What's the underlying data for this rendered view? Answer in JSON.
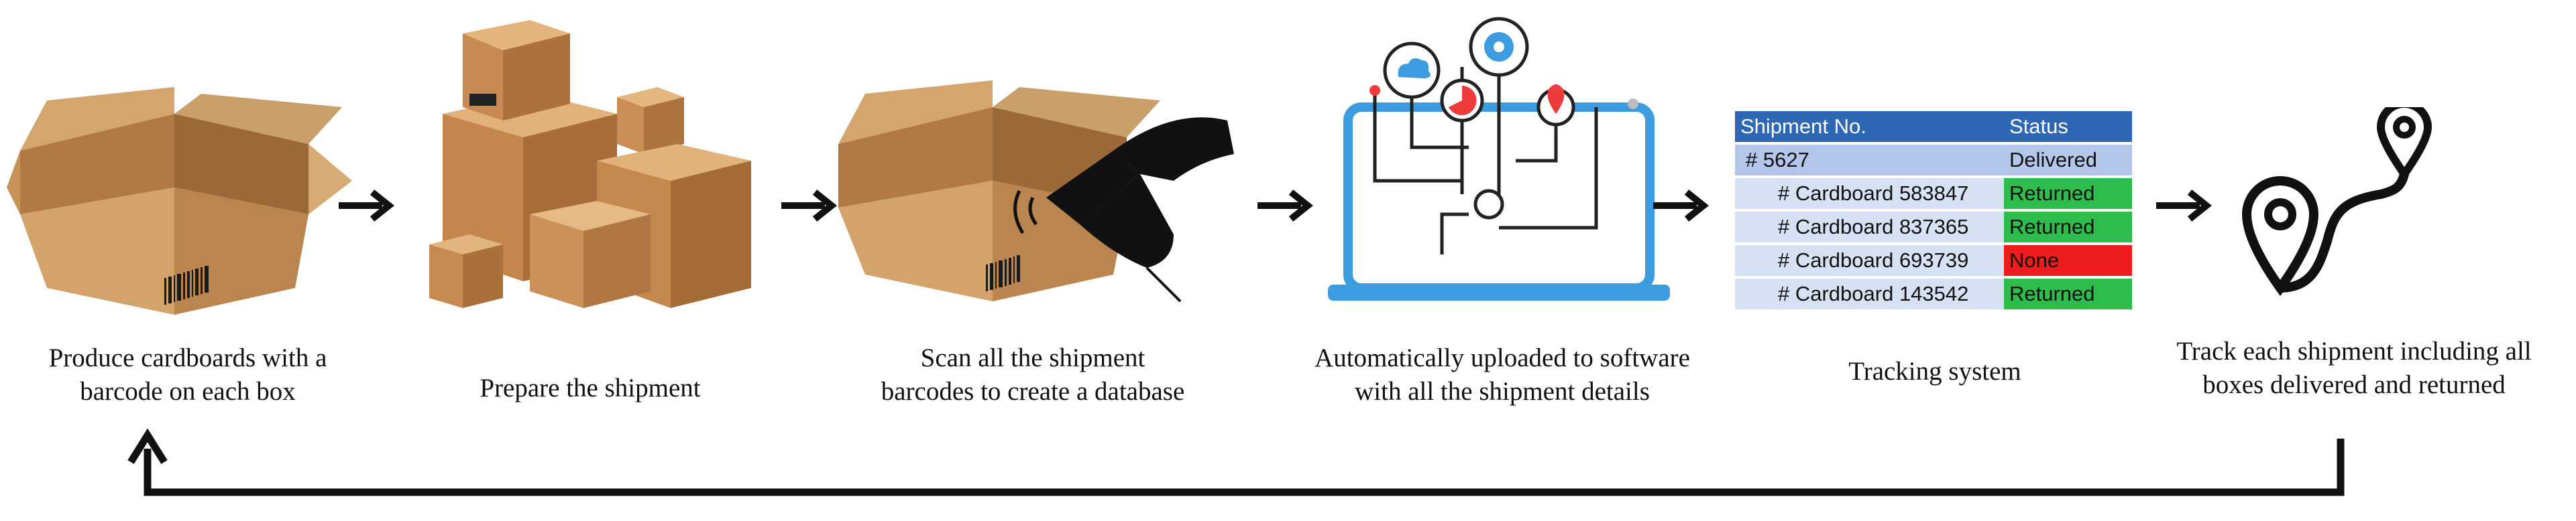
{
  "steps": [
    {
      "caption_line1": "Produce cardboards with a",
      "caption_line2": "barcode on each box",
      "icon": "open-box-with-barcode"
    },
    {
      "caption_line1": "Prepare the shipment",
      "caption_line2": "",
      "icon": "stacked-boxes"
    },
    {
      "caption_line1": "Scan all the shipment",
      "caption_line2": "barcodes to create a database",
      "icon": "barcode-scanner"
    },
    {
      "caption_line1": "Automatically uploaded to software",
      "caption_line2": "with all the shipment details",
      "icon": "laptop-network"
    },
    {
      "caption_line1": "Tracking system",
      "caption_line2": "",
      "icon": "tracking-table"
    },
    {
      "caption_line1": "Track each shipment including all",
      "caption_line2": "boxes delivered and returned",
      "icon": "route-pins"
    }
  ],
  "table": {
    "headers": [
      "Shipment No.",
      "Status"
    ],
    "shipment": {
      "id": "# 5627",
      "status": "Delivered"
    },
    "boxes": [
      {
        "id": "# Cardboard 583847",
        "status": "Returned"
      },
      {
        "id": "# Cardboard 837365",
        "status": "Returned"
      },
      {
        "id": "# Cardboard 693739",
        "status": "None"
      },
      {
        "id": "# Cardboard 143542",
        "status": "Returned"
      }
    ]
  },
  "colors": {
    "header": "#2e67b3",
    "shipment_row": "#b4c7ea",
    "box_row": "#d7e1f4",
    "status_ok": "#2ebd4d",
    "status_bad": "#ee1c1c",
    "cardboard": "#c8955c",
    "laptop": "#3d9be0"
  }
}
